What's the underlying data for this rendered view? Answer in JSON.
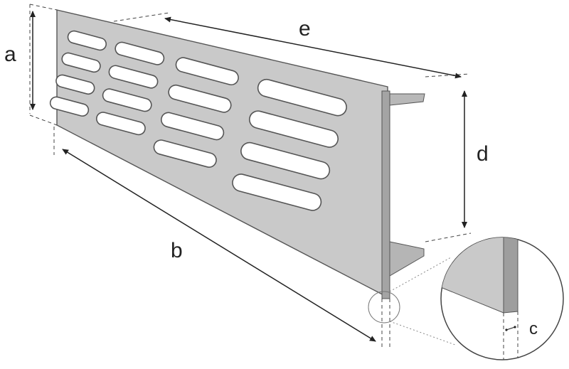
{
  "dimension_labels": {
    "a": "a",
    "b": "b",
    "c": "c",
    "d": "d",
    "e": "e"
  },
  "colors": {
    "plate_face": "#c9c9c9",
    "plate_edge": "#a4a4a4",
    "flange": "#b8b8b8",
    "slot_fill": "#ffffff",
    "line": "#222222"
  }
}
